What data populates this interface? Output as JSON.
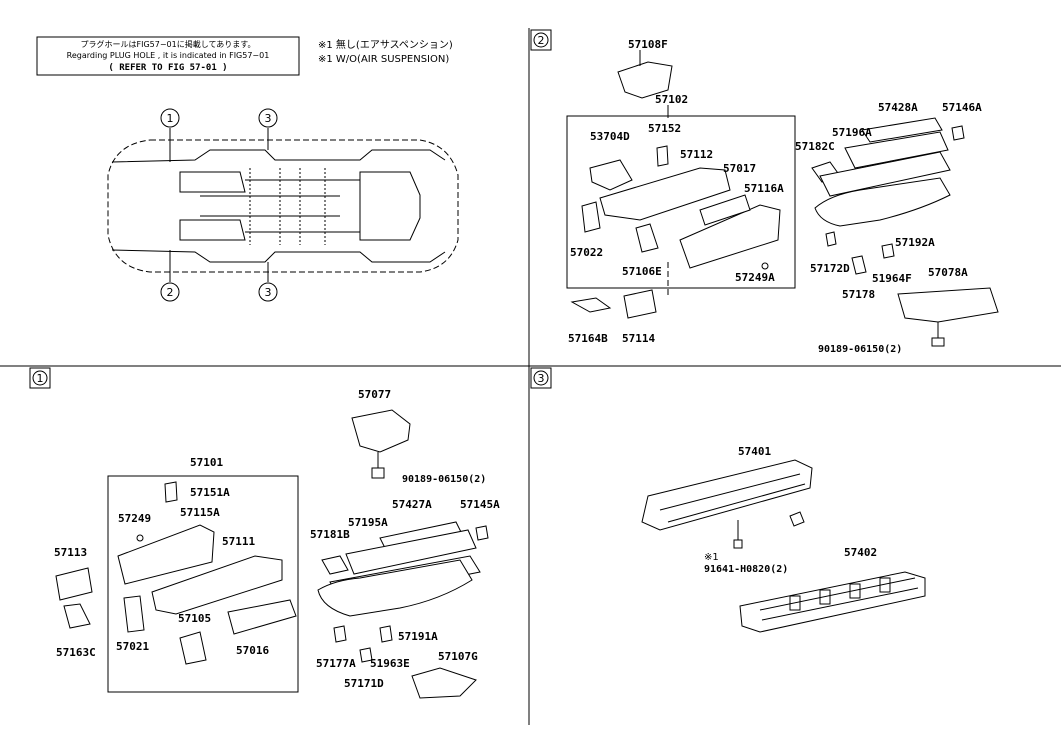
{
  "note": {
    "line1": "プラグホールはFIG57−01に掲載してあります。",
    "line2": "Regarding PLUG HOLE , it is indicated in FIG57−01",
    "line3": "( REFER TO FIG 57-01 )"
  },
  "legend": {
    "jp": "※1 無し(エアサスペンション)",
    "en": "※1 W/O(AIR SUSPENSION)"
  },
  "sections": {
    "s2": "2",
    "s1": "1",
    "s3": "3"
  },
  "callouts": {
    "c1": "1",
    "c2": "2",
    "c3a": "3",
    "c3b": "3"
  },
  "section2": {
    "p57108F": "57108F",
    "p57102": "57102",
    "p53704D": "53704D",
    "p57152": "57152",
    "p57112": "57112",
    "p57017": "57017",
    "p57116A": "57116A",
    "p57022": "57022",
    "p57106E": "57106E",
    "p57249A": "57249A",
    "p57164B": "57164B",
    "p57114": "57114",
    "p57428A": "57428A",
    "p57146A": "57146A",
    "p57196A": "57196A",
    "p57182C": "57182C",
    "p57192A": "57192A",
    "p57172D": "57172D",
    "p51964F": "51964F",
    "p57078A": "57078A",
    "p57178": "57178",
    "p90189": "90189-06150(2)"
  },
  "section1": {
    "p57077": "57077",
    "p90189": "90189-06150(2)",
    "p57101": "57101",
    "p57151A": "57151A",
    "p57249": "57249",
    "p57115A": "57115A",
    "p57111": "57111",
    "p57113": "57113",
    "p57163C": "57163C",
    "p57021": "57021",
    "p57105": "57105",
    "p57016": "57016",
    "p57427A": "57427A",
    "p57145A": "57145A",
    "p57195A": "57195A",
    "p57181B": "57181B",
    "p57191A": "57191A",
    "p57177A": "57177A",
    "p51963E": "51963E",
    "p57107G": "57107G",
    "p57171D": "57171D"
  },
  "section3": {
    "p57401": "57401",
    "mark": "※1",
    "p91641": "91641-H0820(2)",
    "p57402": "57402"
  }
}
